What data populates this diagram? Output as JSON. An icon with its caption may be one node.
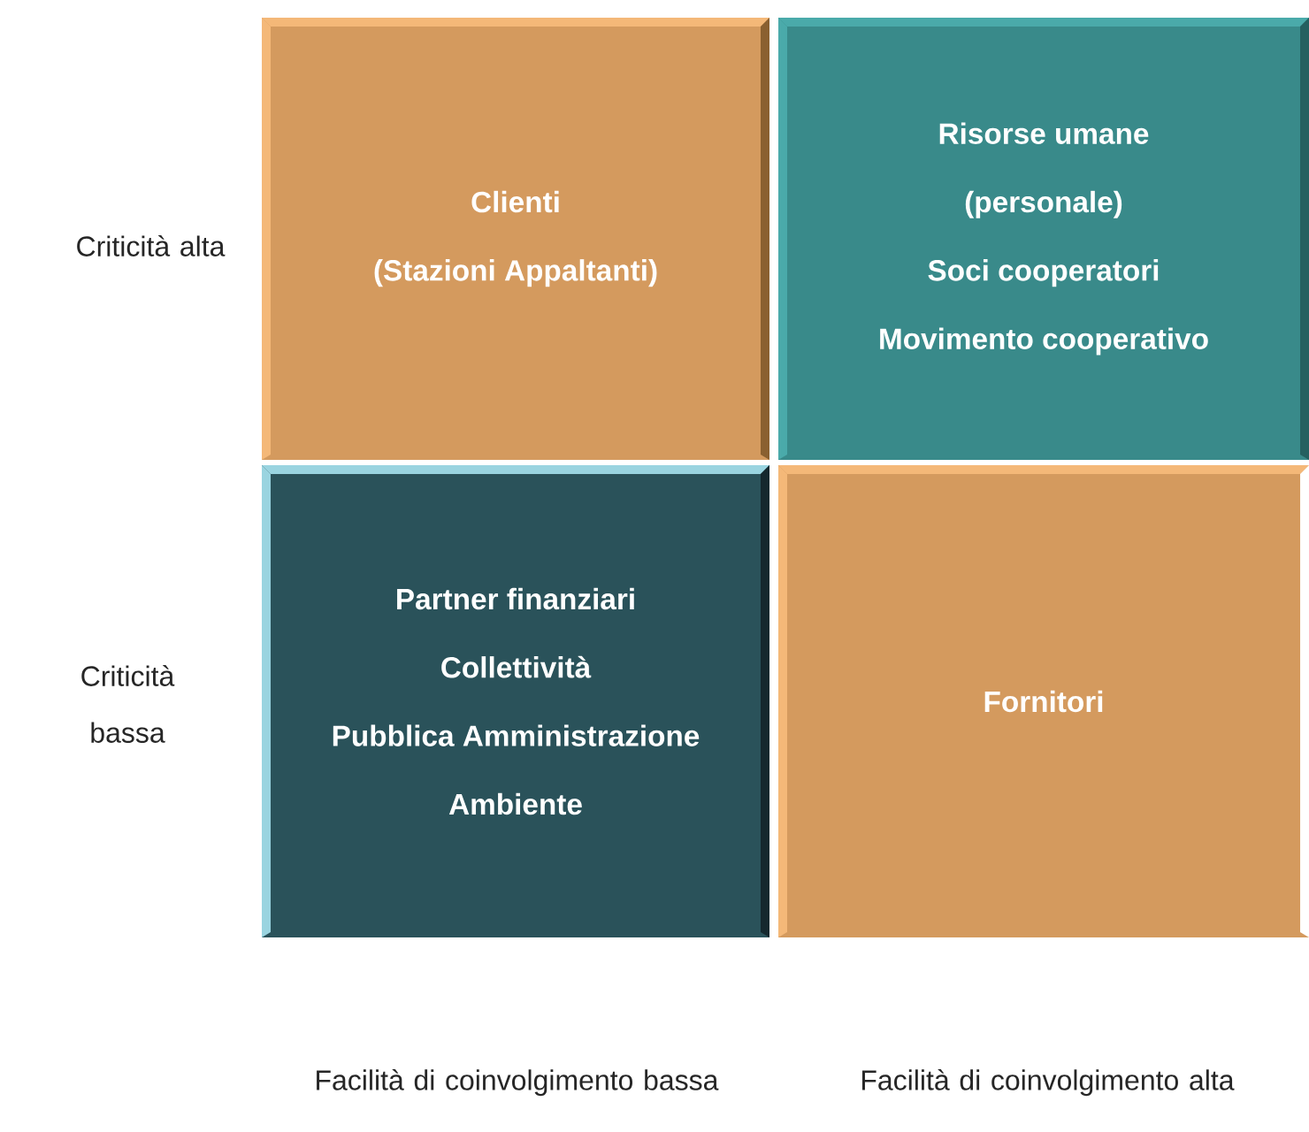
{
  "diagram": {
    "nodes": [
      {
        "text": [
          "Clienti",
          "(Stazioni Appaltanti)"
        ]
      },
      {
        "text": [
          "Risorse umane",
          "(personale)",
          "Soci cooperatori",
          "Movimento  cooperativo"
        ]
      },
      {
        "text": [
          "Partner finanziari",
          "Collettività",
          "Pubblica Amministrazione",
          "Ambiente"
        ]
      },
      {
        "text": [
          "Fornitori"
        ]
      }
    ],
    "labels": [
      "Criticità alta",
      "Criticità bassa",
      "Facilità di coinvolgimento bassa",
      "Facilità di coinvolgimento alta"
    ]
  }
}
